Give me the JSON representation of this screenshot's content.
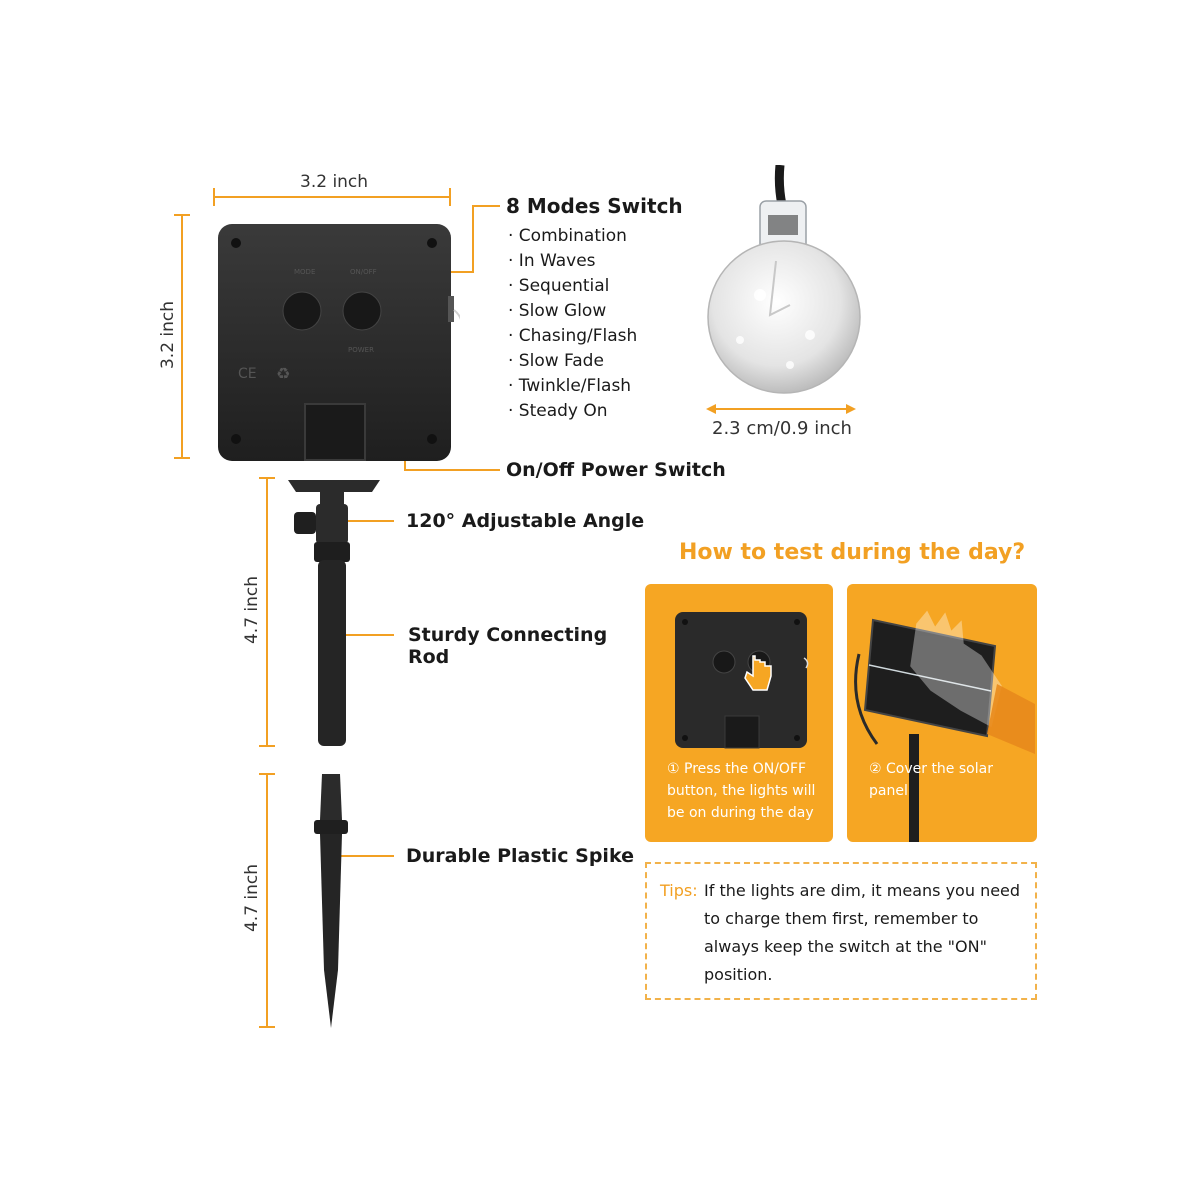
{
  "dimensions": {
    "box_width": "3.2 inch",
    "box_height": "3.2 inch",
    "bulb_width": "2.3 cm/0.9 inch",
    "rod_height": "4.7 inch",
    "spike_height": "4.7 inch"
  },
  "callouts": {
    "modes_title": "8 Modes Switch",
    "modes": [
      "· Combination",
      "· In Waves",
      "· Sequential",
      "· Slow Glow",
      "· Chasing/Flash",
      "· Slow Fade",
      "· Twinkle/Flash",
      "· Steady On"
    ],
    "power_switch": "On/Off Power Switch",
    "angle": "120° Adjustable Angle",
    "rod_line1": "Sturdy Connecting",
    "rod_line2": "Rod",
    "spike": "Durable Plastic Spike"
  },
  "box_markings": {
    "mode": "MODE",
    "onoff": "ON/OFF",
    "power": "POWER",
    "cert": "CE"
  },
  "howto": {
    "title": "How to test during the day?",
    "step1": [
      "① Press the ON/OFF",
      "button, the lights will",
      "be on during the day"
    ],
    "step2": [
      "② Cover the solar",
      "panel"
    ]
  },
  "tips": {
    "key": "Tips:",
    "lines": [
      "If the lights are dim, it means you need",
      "to charge them first, remember to",
      "always keep the switch at the \"ON\"",
      "position."
    ]
  },
  "colors": {
    "accent": "#f2a023",
    "panel": "#f6a623",
    "device": "#2b2b2b"
  }
}
